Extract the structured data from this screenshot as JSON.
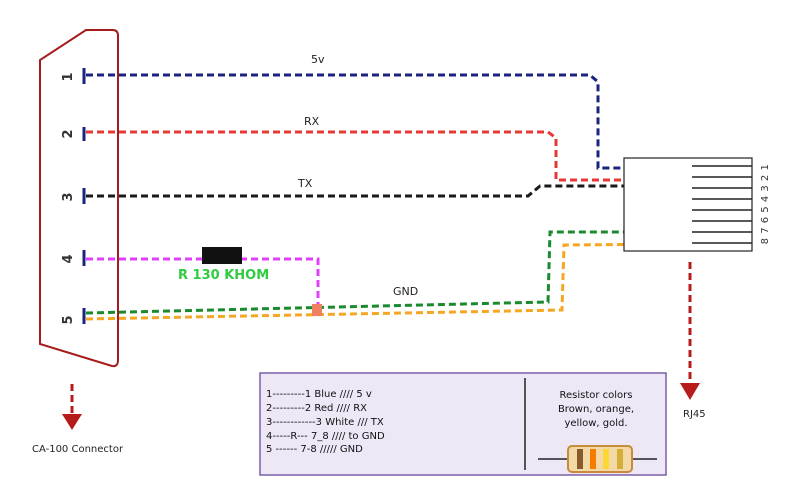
{
  "connector": {
    "pins": [
      "1",
      "2",
      "3",
      "4",
      "5"
    ],
    "label": "CA-100 Connector"
  },
  "wires": {
    "vcc": "5v",
    "rx": "RX",
    "tx": "TX",
    "gnd": "GND"
  },
  "resistor_label": "R 130 KHOM",
  "rj45": {
    "pin_numbers": "8 7 6 5 4 3 2 1",
    "label": "RJ45"
  },
  "legend": {
    "lines": [
      "1---------1 Blue    //// 5 v",
      "2---------2 Red    //// RX",
      "3------------3 White /// TX",
      "4-----R---  7_8 ////  to GND",
      "5 ------   7-8 ///// GND"
    ],
    "resistor_title": [
      "Resistor colors",
      "Brown, orange,",
      "yellow, gold."
    ]
  },
  "colors": {
    "vcc": "#1a237e",
    "rx": "#e53935",
    "tx": "#1a1a1a",
    "pin4": "#e040fb",
    "green": "#1b8a2e",
    "orange": "#f5a623",
    "connector": "#a61c1c",
    "resistor_label": "#2ecc40",
    "legend_bg": "#ede7f6",
    "legend_border": "#7b5ea7"
  }
}
